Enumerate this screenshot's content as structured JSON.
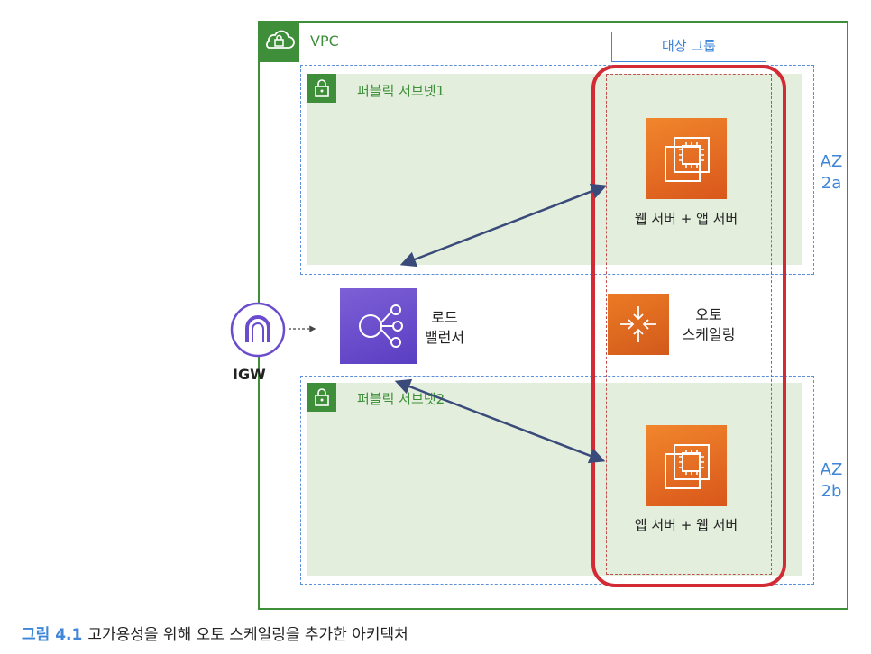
{
  "vpc": {
    "label": "VPC",
    "icon": "cloud-lock-icon"
  },
  "subnets": [
    {
      "label": "퍼블릭 서브넷1",
      "az": [
        "AZ",
        "2a"
      ],
      "icon": "lock-icon"
    },
    {
      "label": "퍼블릭 서브넷2",
      "az": [
        "AZ",
        "2b"
      ],
      "icon": "lock-icon"
    }
  ],
  "target_group": {
    "label": "대상 그룹"
  },
  "servers": [
    {
      "label": "웹 서버 + 앱 서버",
      "icon": "ec2-instance-icon"
    },
    {
      "label": "앱 서버 + 웹 서버",
      "icon": "ec2-instance-icon"
    }
  ],
  "autoscaling": {
    "line1": "오토",
    "line2": "스케일링",
    "icon": "autoscaling-icon"
  },
  "load_balancer": {
    "line1": "로드",
    "line2": "밸런서",
    "icon": "load-balancer-icon"
  },
  "igw": {
    "label": "IGW",
    "icon": "internet-gateway-icon"
  },
  "caption": {
    "figure": "그림 4.1",
    "text": "고가용성을 위해 오토 스케일링을 추가한 아키텍처"
  },
  "colors": {
    "vpc_green": "#3f8f3a",
    "az_blue": "#3f86d8",
    "highlight_red": "#d22b35",
    "arrow": "#3a4a7a",
    "ec2_orange": "#e8702a",
    "lb_purple": "#6a4ccd"
  }
}
